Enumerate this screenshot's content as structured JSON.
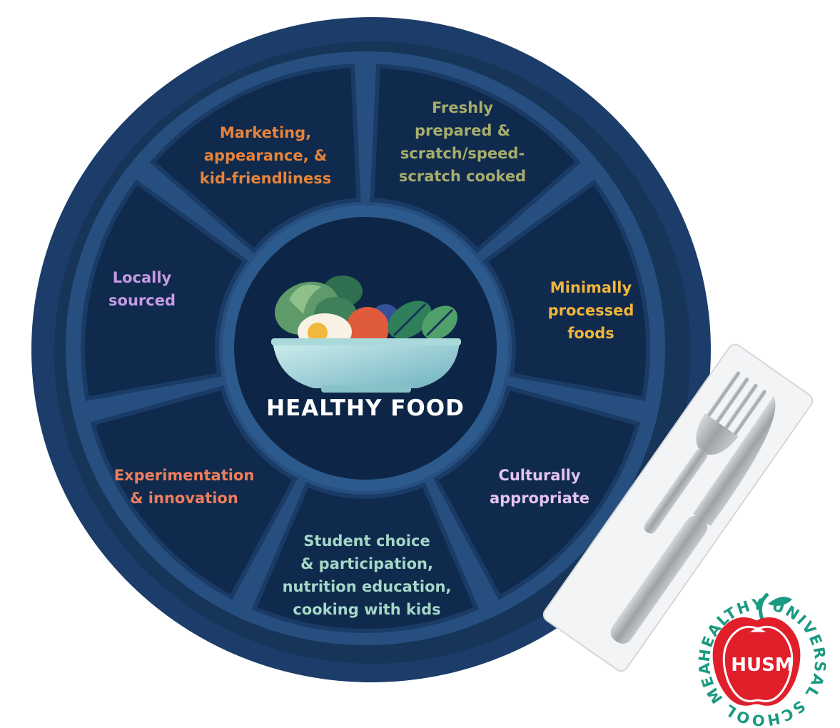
{
  "diagram": {
    "center_label": "HEALTHY FOOD",
    "segments": [
      {
        "lines": [
          "Marketing,",
          "appearance, &",
          "kid-friendliness"
        ],
        "color": "#e8833a"
      },
      {
        "lines": [
          "Freshly",
          "prepared &",
          "scratch/speed-",
          "scratch cooked"
        ],
        "color": "#a7ad6c"
      },
      {
        "lines": [
          "Minimally",
          "processed",
          "foods"
        ],
        "color": "#f0b43c"
      },
      {
        "lines": [
          "Culturally",
          "appropriate"
        ],
        "color": "#e3c4f0"
      },
      {
        "lines": [
          "Student choice",
          "& participation,",
          "nutrition education,",
          "cooking with kids"
        ],
        "color": "#a4d8c8"
      },
      {
        "lines": [
          "Experimentation",
          "& innovation"
        ],
        "color": "#ee7d5c"
      },
      {
        "lines": [
          "Locally",
          "sourced"
        ],
        "color": "#c79ae6"
      }
    ]
  },
  "logo": {
    "ring_text": "HEALTHY UNIVERSAL SCHOOL MEALS ·",
    "monogram": "HUSM",
    "ring_color": "#1a9a80",
    "apple_color": "#e01f2b"
  },
  "colors": {
    "plate_outer": "#1c3d6a",
    "plate_inner": "#264f80",
    "segment_fill": "#0f2a4c",
    "center_fill": "#0d2647"
  },
  "icons": [
    "salad-bowl-icon",
    "fork-icon",
    "knife-icon"
  ]
}
